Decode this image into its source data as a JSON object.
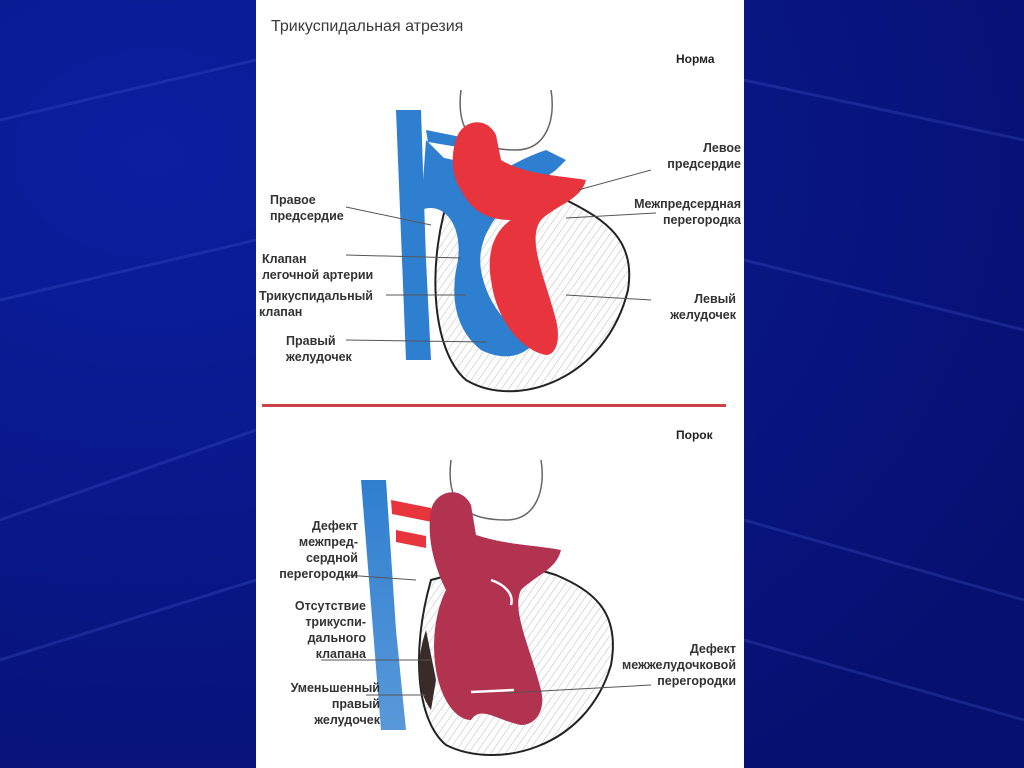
{
  "title": "Трикуспидальная атрезия",
  "normal": {
    "heading": "Норма",
    "labels": {
      "left_atrium": "Левое\nпредсердие",
      "right_atrium": "Правое\nпредсердие",
      "interatrial_septum": "Межпредсердная\nперегородка",
      "pulmonary_valve": "Клапан\nлегочной артерии",
      "tricuspid_valve": "Трикуспидальный\nклапан",
      "left_ventricle": "Левый\nжелудочек",
      "right_ventricle": "Правый\nжелудочек"
    }
  },
  "defect": {
    "heading": "Порок",
    "labels": {
      "asd": "Дефект\nмежпред-\nсердной\nперегородки",
      "no_tricuspid": "Отсутствие\nтрикуспи-\nдального\nклапана",
      "small_rv": "Уменьшенный\nправый\nжелудочек",
      "vsd": "Дефект\nмежжелудочковой\nперегородки"
    }
  },
  "colors": {
    "background": "#0a1a8a",
    "venous_blue": "#2f7fd0",
    "arterial_red": "#e8343c",
    "mixed_blood": "#b2334f",
    "divider": "#c8424a"
  }
}
